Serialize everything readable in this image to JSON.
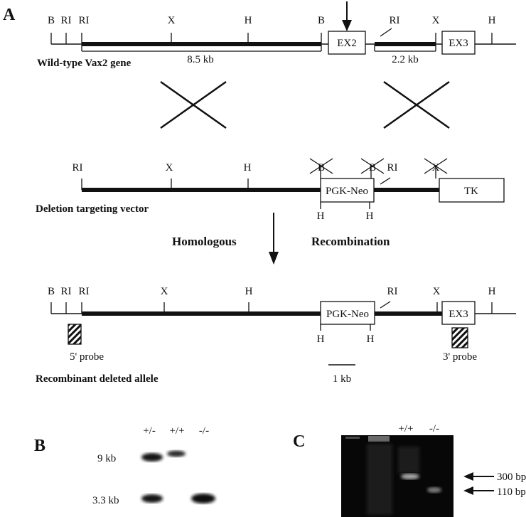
{
  "panels": {
    "a": "A",
    "b": "B",
    "c": "C"
  },
  "wildtype": {
    "site_labels": [
      "B",
      "RI",
      "RI",
      "X",
      "H",
      "B",
      "RI",
      "X",
      "H"
    ],
    "exon2": "EX2",
    "exon3": "EX3",
    "len_left": "8.5 kb",
    "len_right": "2.2 kb",
    "caption": "Wild-type Vax2 gene"
  },
  "vector": {
    "site_labels": [
      "RI",
      "X",
      "H",
      "B",
      "B",
      "RI",
      "X"
    ],
    "neo": "PGK-Neo",
    "tk": "TK",
    "h_below": [
      "H",
      "H"
    ],
    "caption": "Deletion targeting  vector"
  },
  "recombination": {
    "left": "Homologous",
    "right": "Recombination"
  },
  "recombinant": {
    "site_labels": [
      "B",
      "RI",
      "RI",
      "X",
      "H",
      "RI",
      "X",
      "H"
    ],
    "neo": "PGK-Neo",
    "exon3": "EX3",
    "h_below": [
      "H",
      "H"
    ],
    "probe5": "5' probe",
    "probe3": "3' probe",
    "scale": "1 kb",
    "caption": "Recombinant deleted allele"
  },
  "southern": {
    "lanes": [
      "+/-",
      "+/+",
      "-/-"
    ],
    "bands": [
      "9 kb",
      "3.3 kb"
    ],
    "band_presence": {
      "9 kb": [
        1,
        1,
        0
      ],
      "3.3 kb": [
        1,
        0,
        1
      ]
    }
  },
  "pcr": {
    "lanes": [
      "+/+",
      "-/-"
    ],
    "bands": [
      "300 bp",
      "110 bp"
    ]
  }
}
